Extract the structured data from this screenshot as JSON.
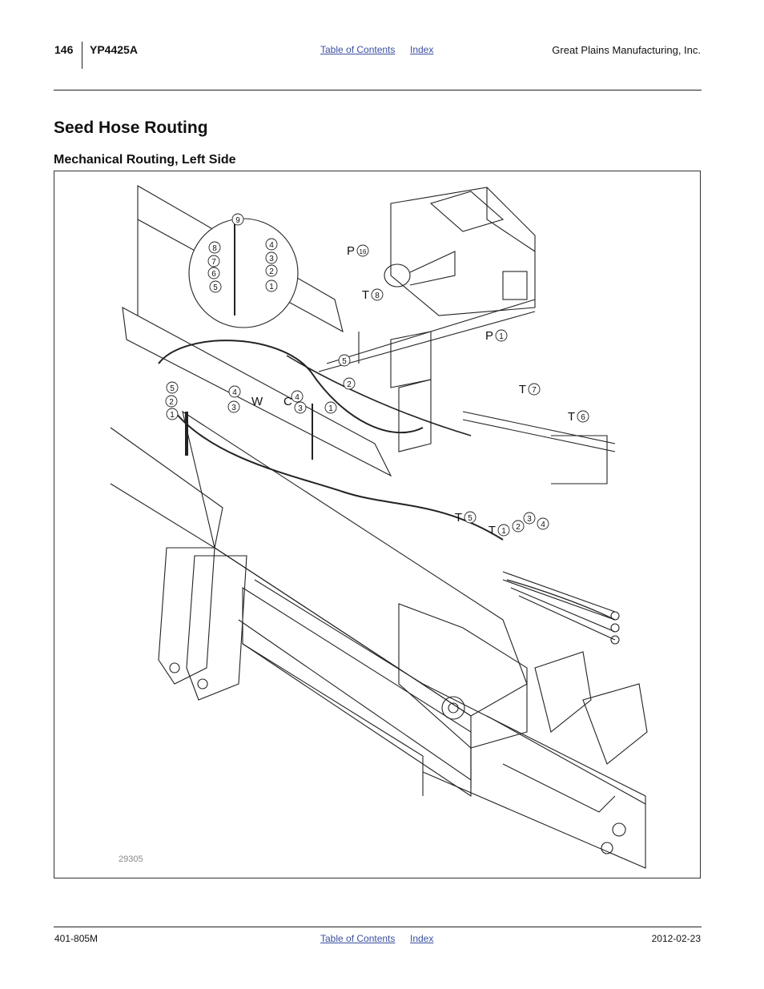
{
  "header": {
    "page_number": "146",
    "model": "YP4425A",
    "nav_toc": "Table of Contents",
    "nav_index": "Index",
    "company": "Great Plains Manufacturing, Inc."
  },
  "content": {
    "title": "Seed Hose Routing",
    "subtitle": "Mechanical Routing, Left Side"
  },
  "figure": {
    "figure_number": "29305",
    "callouts": [
      {
        "letter": "",
        "num": "9"
      },
      {
        "letter": "",
        "num": "8"
      },
      {
        "letter": "",
        "num": "7"
      },
      {
        "letter": "",
        "num": "6"
      },
      {
        "letter": "",
        "num": "5"
      },
      {
        "letter": "",
        "num": "4"
      },
      {
        "letter": "",
        "num": "3"
      },
      {
        "letter": "",
        "num": "2"
      },
      {
        "letter": "",
        "num": "1"
      },
      {
        "letter": "P",
        "num": "16"
      },
      {
        "letter": "T",
        "num": "8"
      },
      {
        "letter": "P",
        "num": "1"
      },
      {
        "letter": "",
        "num": "5"
      },
      {
        "letter": "",
        "num": "2"
      },
      {
        "letter": "",
        "num": "4"
      },
      {
        "letter": "",
        "num": "3"
      },
      {
        "letter": "",
        "num": "1"
      },
      {
        "letter": "",
        "num": "5"
      },
      {
        "letter": "",
        "num": "2"
      },
      {
        "letter": "",
        "num": "1"
      },
      {
        "letter": "",
        "num": "4"
      },
      {
        "letter": "",
        "num": "3"
      },
      {
        "letter": "T",
        "num": "7"
      },
      {
        "letter": "T",
        "num": "6"
      },
      {
        "letter": "T",
        "num": "5"
      },
      {
        "letter": "T",
        "num": "1"
      },
      {
        "letter": "",
        "num": "2"
      },
      {
        "letter": "",
        "num": "3"
      },
      {
        "letter": "",
        "num": "4"
      }
    ],
    "side_labels": [
      "W",
      "C"
    ]
  },
  "footer": {
    "doc_number": "401-805M",
    "nav_toc": "Table of Contents",
    "nav_index": "Index",
    "date": "2012-02-23"
  }
}
